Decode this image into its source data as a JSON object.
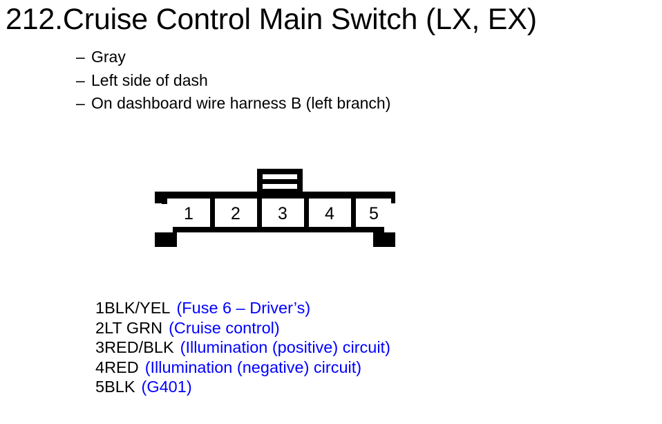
{
  "title": "212.Cruise Control Main Switch (LX, EX)",
  "description": {
    "dash": "–",
    "items": [
      "Gray",
      "Left side of dash",
      "On dashboard wire harness B (left branch)"
    ]
  },
  "connector": {
    "pins": [
      "1",
      "2",
      "3",
      "4",
      "5"
    ],
    "outline_color": "#000000",
    "body_color": "#ffffff"
  },
  "pin_legend": {
    "desc_color": "#0000ff",
    "rows": [
      {
        "wire": "1BLK/YEL",
        "desc": "(Fuse 6 – Driver’s)"
      },
      {
        "wire": "2LT GRN",
        "desc": "(Cruise control)"
      },
      {
        "wire": "3RED/BLK",
        "desc": "(Illumination (positive) circuit)"
      },
      {
        "wire": "4RED",
        "desc": "(Illumination (negative) circuit)"
      },
      {
        "wire": "5BLK",
        "desc": "(G401)"
      }
    ]
  }
}
